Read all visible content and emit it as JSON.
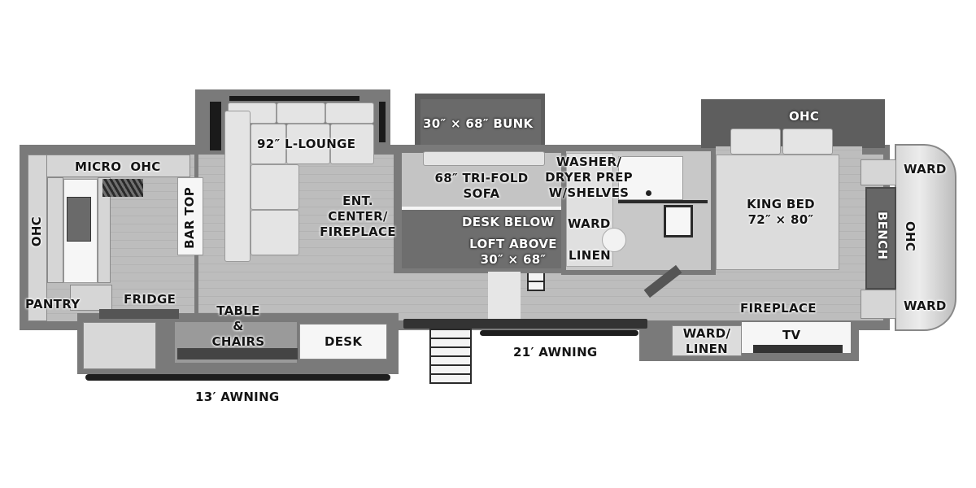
{
  "diagram": {
    "type": "rv-floor-plan",
    "color_scheme": "grayscale",
    "rooms": {
      "kitchen": {
        "micro_ohc": "MICRO  OHC",
        "ohc_left": "OHC",
        "bar_top": "BAR TOP",
        "pantry": "PANTRY",
        "fridge": "FRIDGE"
      },
      "living": {
        "l_lounge": "92″ L-LOUNGE",
        "ent_center_line1": "ENT.",
        "ent_center_line2": "CENTER/",
        "ent_center_line3": "FIREPLACE",
        "table_line1": "TABLE",
        "table_line2": "&",
        "table_line3": "CHAIRS",
        "desk": "DESK"
      },
      "bunk_room": {
        "bunk": "30″ × 68″ BUNK",
        "sofa_line1": "68″ TRI-FOLD",
        "sofa_line2": "SOFA",
        "desk_below": "DESK BELOW",
        "loft_line1": "LOFT ABOVE",
        "loft_line2": "30″ × 68″"
      },
      "bath": {
        "washer_line1": "WASHER/",
        "washer_line2": "DRYER PREP",
        "washer_line3": "W/SHELVES",
        "ward": "WARD",
        "linen": "LINEN"
      },
      "bedroom": {
        "ohc_top": "OHC",
        "king_bed_line1": "KING BED",
        "king_bed_line2": "72″ × 80″",
        "fireplace": "FIREPLACE",
        "ward_linen_line1": "WARD/",
        "ward_linen_line2": "LINEN",
        "tv": "TV",
        "bench": "BENCH",
        "ohc_front": "OHC",
        "ward_top": "WARD",
        "ward_bottom": "WARD"
      }
    },
    "exterior": {
      "awning_13": "13′ AWNING",
      "awning_21": "21′ AWNING"
    }
  }
}
